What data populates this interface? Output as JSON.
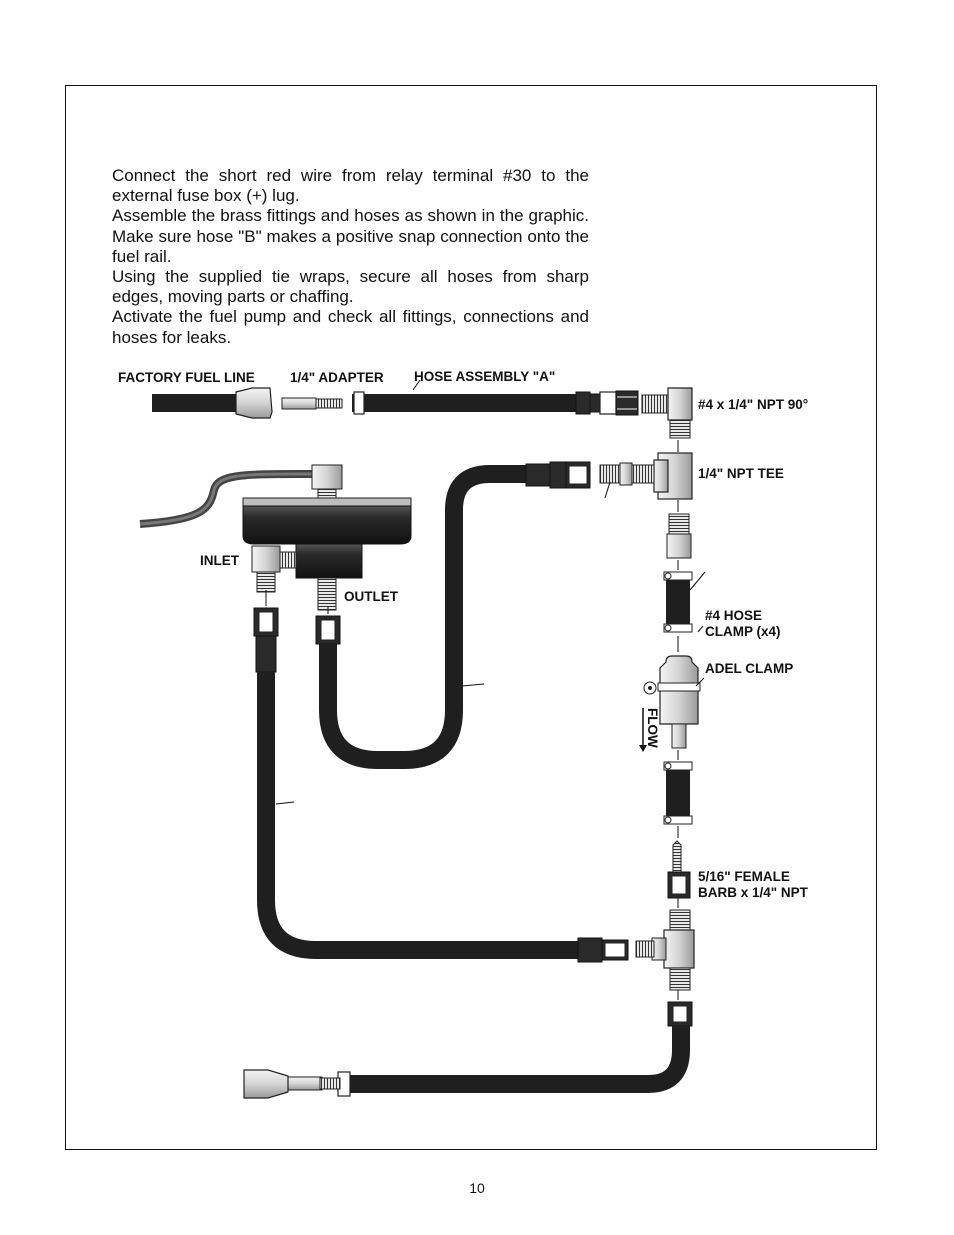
{
  "instructions": [
    "Connect the short red wire from relay terminal #30 to the external fuse box (+) lug.",
    "Assemble the brass fittings and hoses as shown in the graphic. Make sure hose \"B\" makes a positive snap connection onto the fuel rail.",
    "Using the supplied tie wraps, secure all hoses from sharp edges, moving parts or chaffing.",
    "Activate the fuel pump and check all fittings, connections and hoses for leaks."
  ],
  "labels": {
    "factory_fuel_line": "FACTORY FUEL LINE",
    "adapter": "1/4\" ADAPTER",
    "hose_a": "HOSE ASSEMBLY \"A\"",
    "npt90": "#4 x 1/4\" NPT 90°",
    "npt_tee": "1/4\" NPT TEE",
    "inlet": "INLET",
    "outlet": "OUTLET",
    "hose_clamp_1": "#4 HOSE",
    "hose_clamp_2": "CLAMP (x4)",
    "adel_clamp": "ADEL CLAMP",
    "flow": "FLOW",
    "barb_1": "5/16\" FEMALE",
    "barb_2": "BARB x 1/4\" NPT"
  },
  "page_number": "10",
  "colors": {
    "hose": "#1f1f1f",
    "fitting_light": "#e6e6e6",
    "fitting_dark": "#2a2a2a",
    "regulator": "#333333"
  }
}
